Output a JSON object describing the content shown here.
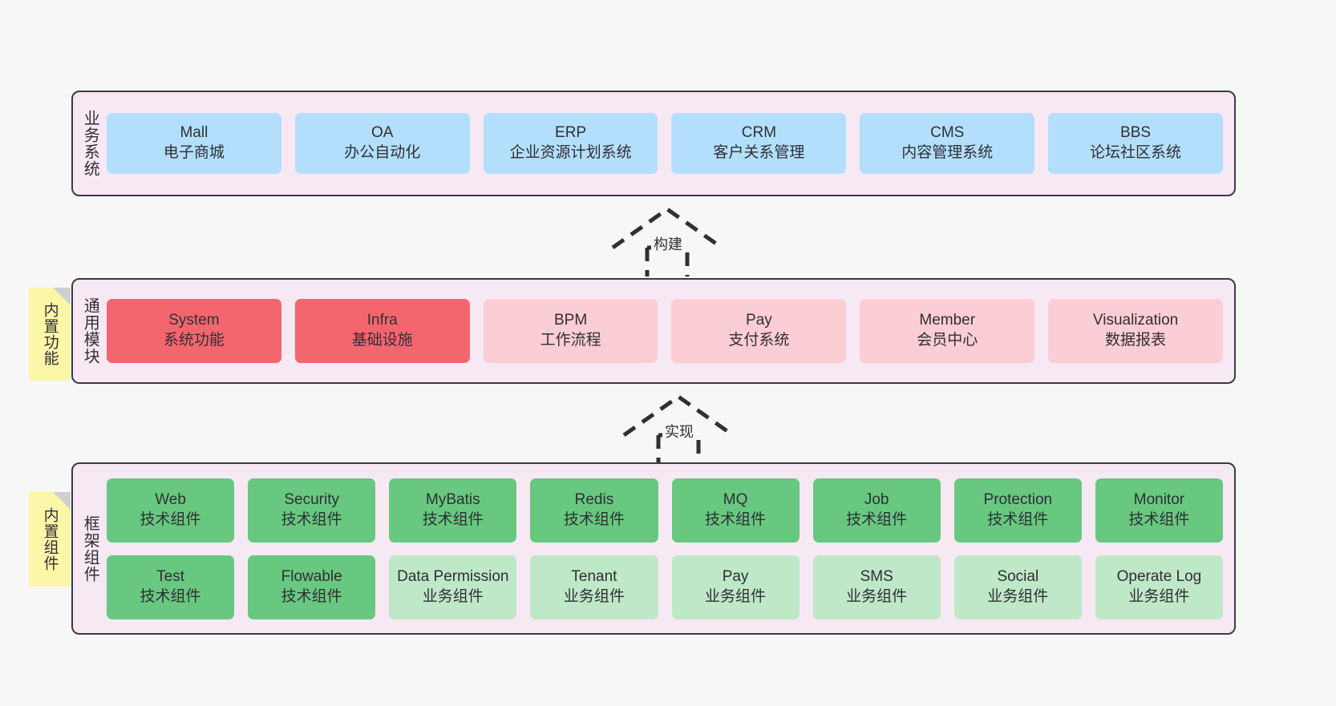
{
  "diagram": {
    "background_color": "#f7f7f7",
    "panel_color": "#f7e9f4",
    "panel_border_color": "#3b3b42",
    "sticky_color": "#fcf6a8"
  },
  "layers": {
    "business": {
      "title": "业务系统",
      "card_color": "#b3dffc",
      "cards": [
        {
          "name": "Mall",
          "desc": "电子商城"
        },
        {
          "name": "OA",
          "desc": "办公自动化"
        },
        {
          "name": "ERP",
          "desc": "企业资源计划系统"
        },
        {
          "name": "CRM",
          "desc": "客户关系管理"
        },
        {
          "name": "CMS",
          "desc": "内容管理系统"
        },
        {
          "name": "BBS",
          "desc": "论坛社区系统"
        }
      ]
    },
    "modules": {
      "title": "通用模块",
      "sticky": "内置功能",
      "card_color_strong": "#f4666e",
      "card_color_light": "#fbcdd4",
      "cards": [
        {
          "name": "System",
          "desc": "系统功能",
          "emphasis": true
        },
        {
          "name": "Infra",
          "desc": "基础设施",
          "emphasis": true
        },
        {
          "name": "BPM",
          "desc": "工作流程",
          "emphasis": false
        },
        {
          "name": "Pay",
          "desc": "支付系统",
          "emphasis": false
        },
        {
          "name": "Member",
          "desc": "会员中心",
          "emphasis": false
        },
        {
          "name": "Visualization",
          "desc": "数据报表",
          "emphasis": false
        }
      ]
    },
    "framework": {
      "title": "框架组件",
      "sticky": "内置组件",
      "card_color_strong": "#68c880",
      "card_color_light": "#bfe8c8",
      "row1": [
        {
          "name": "Web",
          "desc": "技术组件"
        },
        {
          "name": "Security",
          "desc": "技术组件"
        },
        {
          "name": "MyBatis",
          "desc": "技术组件"
        },
        {
          "name": "Redis",
          "desc": "技术组件"
        },
        {
          "name": "MQ",
          "desc": "技术组件"
        },
        {
          "name": "Job",
          "desc": "技术组件"
        },
        {
          "name": "Protection",
          "desc": "技术组件"
        },
        {
          "name": "Monitor",
          "desc": "技术组件"
        }
      ],
      "row2": [
        {
          "name": "Test",
          "desc": "技术组件",
          "emphasis": true
        },
        {
          "name": "Flowable",
          "desc": "技术组件",
          "emphasis": true
        },
        {
          "name": "Data Permission",
          "desc": "业务组件",
          "emphasis": false
        },
        {
          "name": "Tenant",
          "desc": "业务组件",
          "emphasis": false
        },
        {
          "name": "Pay",
          "desc": "业务组件",
          "emphasis": false
        },
        {
          "name": "SMS",
          "desc": "业务组件",
          "emphasis": false
        },
        {
          "name": "Social",
          "desc": "业务组件",
          "emphasis": false
        },
        {
          "name": "Operate Log",
          "desc": "业务组件",
          "emphasis": false
        }
      ]
    }
  },
  "connectors": [
    {
      "id": "build",
      "label": "构建"
    },
    {
      "id": "impl",
      "label": "实现"
    }
  ]
}
